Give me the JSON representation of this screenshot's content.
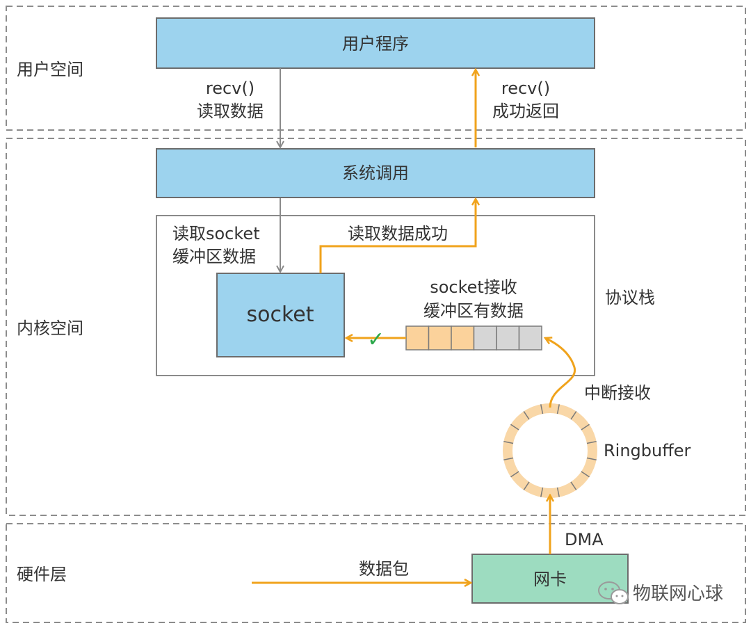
{
  "layers": {
    "user_space": "用户空间",
    "kernel_space": "内核空间",
    "hardware_layer": "硬件层"
  },
  "boxes": {
    "user_program": "用户程序",
    "system_call": "系统调用",
    "socket": "socket",
    "nic": "网卡"
  },
  "labels": {
    "recv_call_line1": "recv()",
    "recv_call_line2": "读取数据",
    "recv_return_line1": "recv()",
    "recv_return_line2": "成功返回",
    "read_socket_line1": "读取socket",
    "read_socket_line2": "缓冲区数据",
    "read_success": "读取数据成功",
    "buffer_has_data_line1": "socket接收",
    "buffer_has_data_line2": "缓冲区有数据",
    "protocol_stack": "协议栈",
    "interrupt_receive": "中断接收",
    "ringbuffer": "Ringbuffer",
    "dma": "DMA",
    "packet": "数据包"
  },
  "buffer_cells": {
    "total": 6,
    "filled": 3
  },
  "watermark": "物联网心球",
  "colors": {
    "box_blue": "#9dd3ee",
    "box_border": "#6c6c6c",
    "orange": "#f0a31c",
    "gray_arrow": "#8a8a8a",
    "buffer_filled": "#fbd29b",
    "buffer_empty": "#d6d6d6",
    "nic_green": "#9ddcc0",
    "check_green": "#2aa84a",
    "ring_color": "#f9d7a7",
    "dashed_border": "#8c8c8c"
  }
}
